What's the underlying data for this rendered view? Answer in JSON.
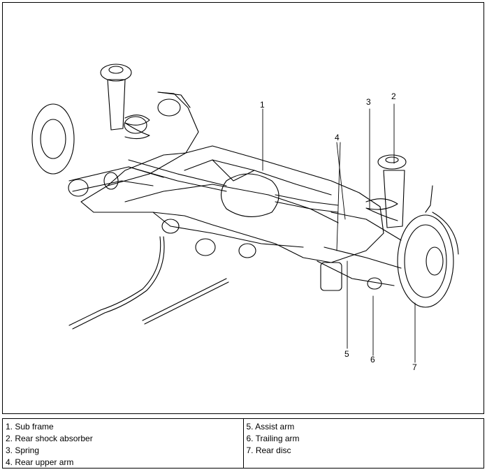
{
  "diagram": {
    "callouts": [
      {
        "id": "1",
        "text": "1"
      },
      {
        "id": "2",
        "text": "2"
      },
      {
        "id": "3",
        "text": "3"
      },
      {
        "id": "4",
        "text": "4"
      },
      {
        "id": "5",
        "text": "5"
      },
      {
        "id": "6",
        "text": "6"
      },
      {
        "id": "7",
        "text": "7"
      }
    ]
  },
  "legend": {
    "left": [
      "1. Sub frame",
      "2. Rear shock absorber",
      "3. Spring",
      "4. Rear upper arm"
    ],
    "right": [
      "5. Assist arm",
      "6. Trailing arm",
      "7. Rear disc"
    ]
  }
}
